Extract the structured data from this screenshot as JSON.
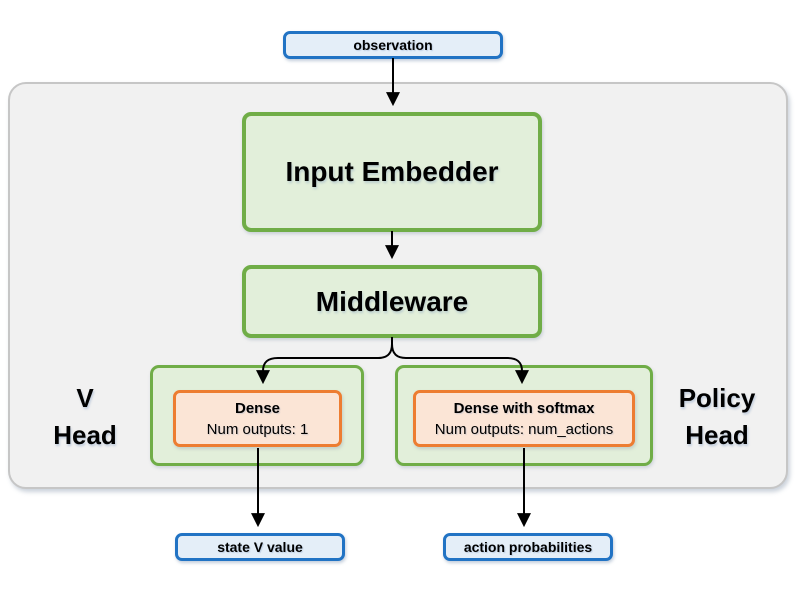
{
  "colors": {
    "panel_fill": "#f1f1f1",
    "panel_border": "#c6c6c6",
    "green_border": "#70ad47",
    "green_fill": "#e2efda",
    "orange_border": "#ed7d31",
    "orange_fill": "#fbe5d6",
    "blue_border": "#2173c4",
    "blue_fill": "#e4eef8",
    "arrow": "#000000"
  },
  "nodes": {
    "observation": {
      "label": "observation"
    },
    "input_embedder": {
      "label": "Input Embedder"
    },
    "middleware": {
      "label": "Middleware"
    },
    "v_head": {
      "line1": "V",
      "line2": "Head"
    },
    "policy_head": {
      "line1": "Policy",
      "line2": "Head"
    },
    "dense": {
      "title": "Dense",
      "subtitle": "Num outputs: 1"
    },
    "dense_softmax": {
      "title": "Dense with softmax",
      "subtitle": "Num outputs: num_actions"
    },
    "state_v_value": {
      "label": "state V value"
    },
    "action_probabilities": {
      "label": "action probabilities"
    }
  }
}
